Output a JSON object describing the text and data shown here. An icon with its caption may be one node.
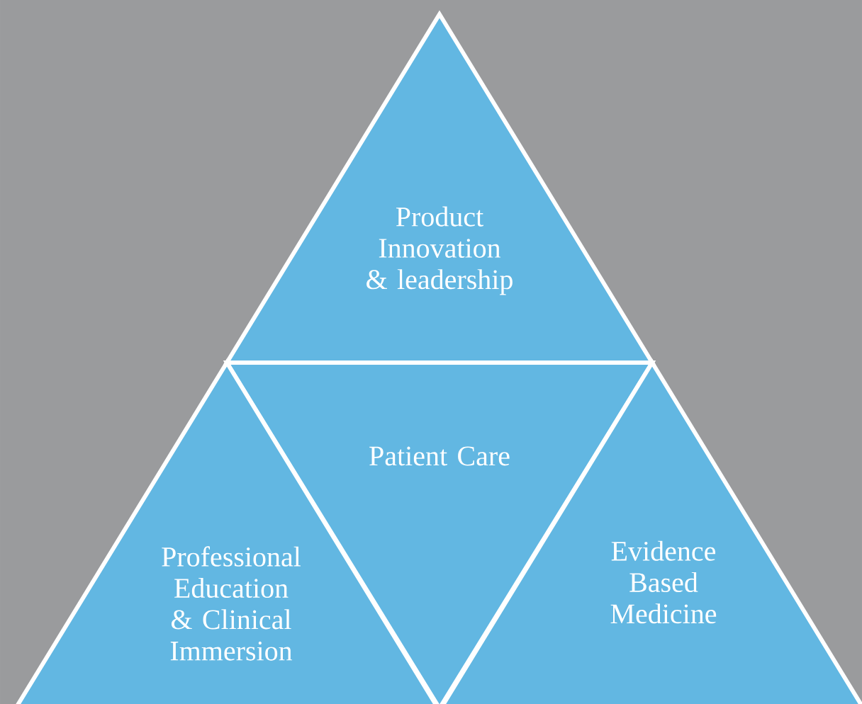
{
  "diagram": {
    "nodes": [
      {
        "text": [
          "Product Innovation & leadership"
        ]
      },
      {
        "text": [
          "Patient Care"
        ]
      },
      {
        "text": [
          "Professional Education & Clinical Immersion"
        ]
      },
      {
        "text": [
          "Evidence Based Medicine"
        ]
      }
    ]
  }
}
